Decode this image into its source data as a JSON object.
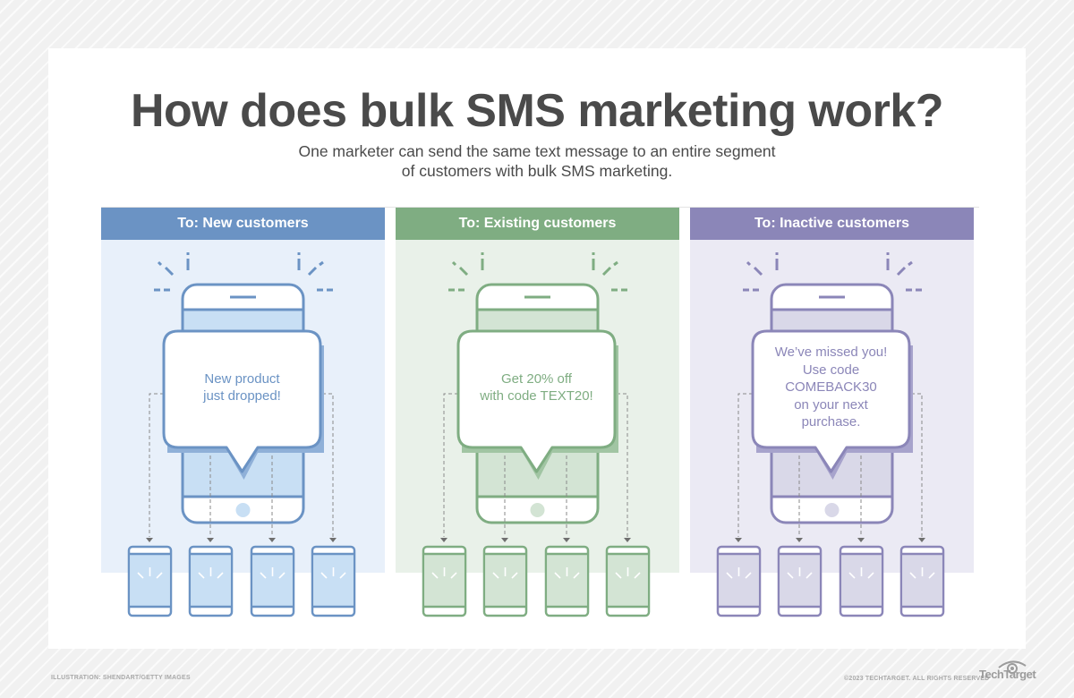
{
  "title": "How does bulk SMS marketing work?",
  "subtitle": {
    "line1": "One marketer can send the same text message to an entire segment",
    "line2": "of customers with bulk SMS marketing."
  },
  "panels": [
    {
      "header": "To: New customers",
      "message_lines": [
        "New product",
        "just dropped!"
      ],
      "colors": {
        "header": "#6b93c4",
        "background": "#e8f0fa",
        "stroke": "#6b93c4",
        "screen": "#c8dff4",
        "shadow": "#8fb0d8",
        "text": "#6b93c4"
      },
      "recipient_count": 4
    },
    {
      "header": "To: Existing customers",
      "message_lines": [
        "Get 20% off",
        "with code TEXT20!"
      ],
      "colors": {
        "header": "#7fad82",
        "background": "#e9f1e9",
        "stroke": "#7fad82",
        "screen": "#d3e4d4",
        "shadow": "#a1c5a3",
        "text": "#7fad82"
      },
      "recipient_count": 4
    },
    {
      "header": "To: Inactive customers",
      "message_lines": [
        "We’ve missed you!",
        "Use code",
        "COMEBACK30",
        "on your next",
        "purchase."
      ],
      "colors": {
        "header": "#8b86b8",
        "background": "#ebeaf4",
        "stroke": "#8b86b8",
        "screen": "#d9d8e8",
        "shadow": "#a7a3cc",
        "text": "#8b86b8"
      },
      "recipient_count": 4
    }
  ],
  "footer": {
    "credit": "ILLUSTRATION: SHENDART/GETTY IMAGES",
    "copyright": "©2023 TECHTARGET. ALL RIGHTS RESERVED",
    "logo": "TechTarget"
  }
}
